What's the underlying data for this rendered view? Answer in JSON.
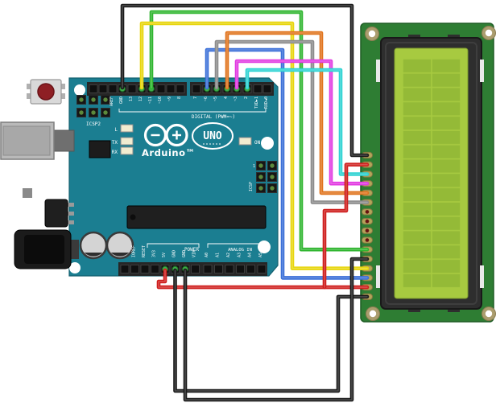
{
  "scene": {
    "description": "Arduino UNO wired to a 16x2 character LCD (breadboard-view diagram)",
    "background_color": "#ffffff"
  },
  "arduino": {
    "board_color": "#1b7e91",
    "labels": {
      "reset": "RESET",
      "icsp2": "ICSP2",
      "icsp": "ICSP",
      "icsp_pin1": "1",
      "led_l": "L",
      "led_tx": "TX",
      "led_rx": "RX",
      "led_on": "ON",
      "brand": "Arduino™",
      "model": "UNO",
      "digital_caption": "DIGITAL (PWM=~)",
      "power_caption": "POWER",
      "analog_caption": "ANALOG IN"
    },
    "digital_left_pins": [
      "AREF",
      "GND",
      "13",
      "12",
      "~11",
      "~10",
      "~9",
      "8"
    ],
    "digital_right_pins": [
      "7",
      "~6",
      "~5",
      "4",
      "~3",
      "2",
      "TXD►1",
      "RXD◄0"
    ],
    "power_pins": [
      "IOREF",
      "RESET",
      "3V3",
      "5V",
      "GND",
      "GND",
      "VIN"
    ],
    "analog_pins": [
      "A0",
      "A1",
      "A2",
      "A3",
      "A4",
      "A5"
    ]
  },
  "lcd": {
    "pcb_color": "#2e7d33",
    "bezel_color": "#2e2e2e",
    "screen_color": "#a7ca40",
    "cell_color": "#94ba37",
    "pad_count": 16,
    "empty_pads_from_top": [
      7,
      8,
      9,
      10
    ]
  },
  "wires": [
    {
      "name": "gnd-digital-to-lcd-pad1",
      "from": "GND (digital header)",
      "to": "LCD pad 1 (top)",
      "color": "#1a1a1a"
    },
    {
      "name": "d12-to-lcd-pad13",
      "from": "12",
      "to": "LCD pad 13",
      "color": "#e8d60e"
    },
    {
      "name": "d11-to-lcd-pad11",
      "from": "~11",
      "to": "LCD pad 11",
      "color": "#2eb52e"
    },
    {
      "name": "d6-to-lcd-pad14",
      "from": "~6",
      "to": "LCD pad 14",
      "color": "#3a6fd8"
    },
    {
      "name": "d5-to-lcd-pad6",
      "from": "~5",
      "to": "LCD pad 6",
      "color": "#8c8c8c"
    },
    {
      "name": "d4-to-lcd-pad5",
      "from": "4",
      "to": "LCD pad 5",
      "color": "#e0731c"
    },
    {
      "name": "d3-to-lcd-pad4",
      "from": "~3",
      "to": "LCD pad 4",
      "color": "#e23ae2"
    },
    {
      "name": "d2-to-lcd-pad3",
      "from": "2",
      "to": "LCD pad 3",
      "color": "#2ed3d3"
    },
    {
      "name": "5v-to-lcd-pad2-and-pad15",
      "from": "5V",
      "to": "LCD pads 2 and 15",
      "color": "#cf1d1c"
    },
    {
      "name": "gnd-power-to-lcd-pad16",
      "from": "GND (power header)",
      "to": "LCD pad 16 (bottom)",
      "color": "#1a1a1a"
    },
    {
      "name": "gnd-power-to-lcd-pad12",
      "from": "GND (power header)",
      "to": "LCD pad 12",
      "color": "#1a1a1a"
    }
  ]
}
